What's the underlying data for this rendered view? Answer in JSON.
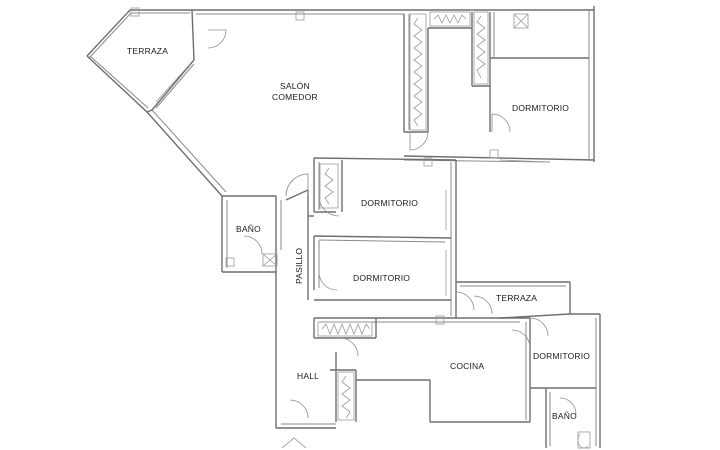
{
  "rooms": {
    "terraza_1": "TERRAZA",
    "salon_line1": "SALÓN",
    "salon_line2": "COMEDOR",
    "dormitorio_1": "DORMITORIO",
    "dormitorio_2": "DORMITORIO",
    "dormitorio_3": "DORMITORIO",
    "dormitorio_4": "DORMITORIO",
    "bano_1": "BAÑO",
    "bano_2": "BAÑO",
    "pasillo": "PASILLO",
    "terraza_2": "TERRAZA",
    "cocina": "COCINA",
    "hall": "HALL"
  }
}
